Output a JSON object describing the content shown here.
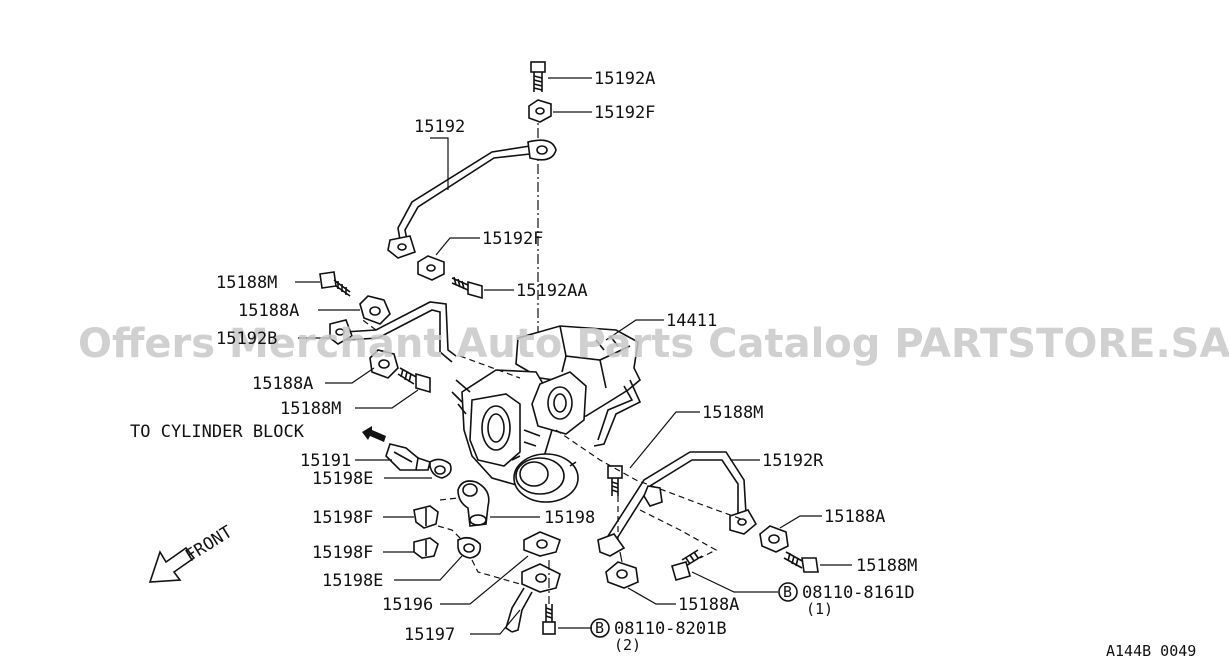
{
  "diagram": {
    "labels": {
      "p15192A": "15192A",
      "p15192F_top": "15192F",
      "p15192": "15192",
      "p15192F_mid": "15192F",
      "p15192AA": "15192AA",
      "p15188M_l1": "15188M",
      "p15188A_l1": "15188A",
      "p15192B": "15192B",
      "p15188A_l2": "15188A",
      "p15188M_l2": "15188M",
      "p14411": "14411",
      "to_cyl": "TO CYLINDER BLOCK",
      "p15191": "15191",
      "p15198E_1": "15198E",
      "p15198F_1": "15198F",
      "p15198": "15198",
      "p15198F_2": "15198F",
      "p15198E_2": "15198E",
      "p15196": "15196",
      "p15197": "15197",
      "p15188M_r1": "15188M",
      "p15192R": "15192R",
      "p15188A_r": "15188A",
      "p15188M_r2": "15188M",
      "p15188A_b": "15188A",
      "bolt1_code": "08110-8161D",
      "bolt1_qty": "(1)",
      "bolt2_code": "08110-8201B",
      "bolt2_qty": "(2)",
      "bolt_marker": "B",
      "front": "FRONT",
      "diagram_id": "A144B 0049"
    },
    "watermark": "Offers Merchant Auto Parts Catalog PARTSTORE.SA"
  }
}
